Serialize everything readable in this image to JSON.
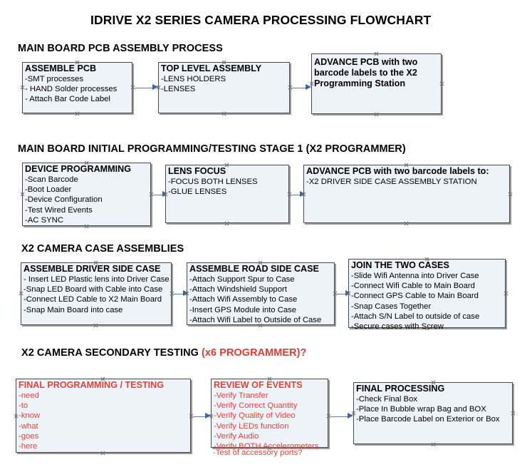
{
  "document": {
    "title": "IDRIVE X2  SERIES CAMERA PROCESSING FLOWCHART"
  },
  "colors": {
    "accent_red": "#e8413a",
    "box_fill": "#eef2f9",
    "box_border": "#4a4a4a",
    "connector": "#5f7f9e",
    "arrowhead": "#3f63a8"
  },
  "sections": [
    {
      "heading": "MAIN BOARD PCB ASSEMBLY PROCESS",
      "heading_accent": "",
      "boxes": [
        {
          "title": "ASSEMBLE PCB",
          "lines": [
            "-SMT processes",
            "- HAND Solder processes",
            "- Attach Bar Code Label"
          ]
        },
        {
          "title": "TOP LEVEL ASSEMBLY",
          "lines": [
            "-LENS HOLDERS",
            "-LENSES"
          ]
        },
        {
          "title": "ADVANCE PCB with two barcode labels to the  X2 Programming Station",
          "lines": []
        }
      ]
    },
    {
      "heading": "MAIN BOARD INITIAL PROGRAMMING/TESTING STAGE 1 (X2 PROGRAMMER)",
      "heading_accent": "",
      "boxes": [
        {
          "title": "DEVICE PROGRAMMING",
          "lines": [
            "-Scan Barcode",
            "-Boot Loader",
            "-Device Configuration",
            "-Test Wired Events",
            "-AC SYNC"
          ]
        },
        {
          "title": "LENS FOCUS",
          "lines": [
            "-FOCUS BOTH LENSES",
            "-GLUE LENSES"
          ]
        },
        {
          "title": "ADVANCE PCB with two barcode labels to:",
          "lines": [
            "-X2 DRIVER  SIDE  CASE  ASSEMBLY STATION"
          ]
        }
      ]
    },
    {
      "heading": "X2 CAMERA CASE ASSEMBLIES",
      "heading_accent": "",
      "boxes": [
        {
          "title": "ASSEMBLE DRIVER SIDE CASE",
          "lines": [
            "- Insert LED Plastic lens into Driver Case",
            "-Snap LED Board with Cable into Case",
            "-Connect LED Cable to X2 Main Board",
            "-Snap Main Board into case"
          ]
        },
        {
          "title": "ASSEMBLE ROAD SIDE CASE",
          "lines": [
            "-Attach Support Spur to Case",
            "-Attach Windshield Support",
            "-Attach Wifi Assembly to Case",
            "-Insert GPS Module into Case",
            "-Attach Wifi Label to Outside of Case"
          ]
        },
        {
          "title": "JOIN THE TWO CASES",
          "lines": [
            "-Slide Wifi Antenna into Driver Case",
            "-Connect Wifi Cable to Main Board",
            "-Connect GPS Cable to Main Board",
            "-Snap Cases Together",
            "-Attach S/N Label to outside of case",
            "-Secure cases with Screw"
          ]
        }
      ]
    },
    {
      "heading": "X2 CAMERA SECONDARY TESTING ",
      "heading_accent": "(x6 PROGRAMMER)?",
      "boxes": [
        {
          "title": "FINAL PROGRAMMING / TESTING",
          "lines": [
            "-need",
            "-to",
            "-know",
            "-what",
            "-goes",
            "-here"
          ]
        },
        {
          "title": "REVIEW OF EVENTS",
          "lines": [
            "-Verify Transfer",
            "-Verify Correct Quantity",
            "-Verify Quality of Video",
            "-Verify LEDs function",
            "-Verify Audio",
            "-Verify BOTH Accelerometers"
          ],
          "overflow_line": "-Test of accessory ports?"
        },
        {
          "title": "FINAL PROCESSING",
          "lines": [
            " -Check Final Box",
            "-Place In Bubble wrap Bag and BOX",
            "-Place Barcode Label on Exterior or Box"
          ]
        }
      ]
    }
  ]
}
